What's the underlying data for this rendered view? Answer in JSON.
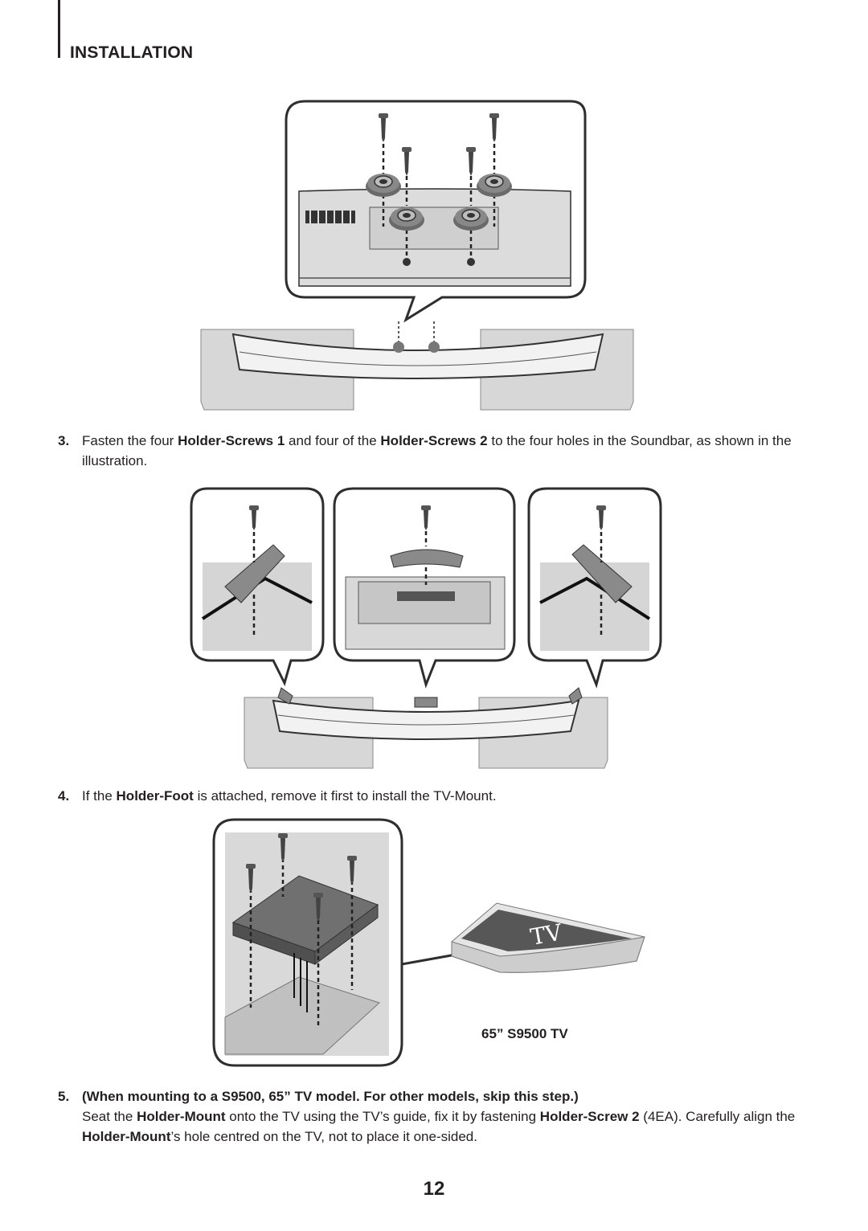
{
  "header": {
    "section_title": "INSTALLATION"
  },
  "steps": [
    {
      "number": "3.",
      "text_1": "Fasten the four ",
      "bold_1": "Holder-Screws 1",
      "text_2": " and four of the ",
      "bold_2": "Holder-Screws 2",
      "text_3": " to the four holes in the Soundbar, as shown in the illustration."
    },
    {
      "number": "4.",
      "text_1": "If the ",
      "bold_1": "Holder-Foot",
      "text_2": " is attached, remove it first to install the TV-Mount."
    },
    {
      "number": "5.",
      "heading": "(When mounting to a S9500, 65” TV model. For other models, skip this step.)",
      "text_1": "Seat the ",
      "bold_1": "Holder-Mount",
      "text_2": " onto the TV using the TV’s guide, fix it by fastening ",
      "bold_2": "Holder-Screw 2",
      "text_3": " (4EA). Carefully align the ",
      "bold_3": "Holder-Mount",
      "text_4": "’s hole centred on the TV, not to place it one-sided."
    }
  ],
  "figure_3": {
    "tv_label": "TV",
    "caption": "65” S9500 TV"
  },
  "footer": {
    "page_number": "12"
  }
}
